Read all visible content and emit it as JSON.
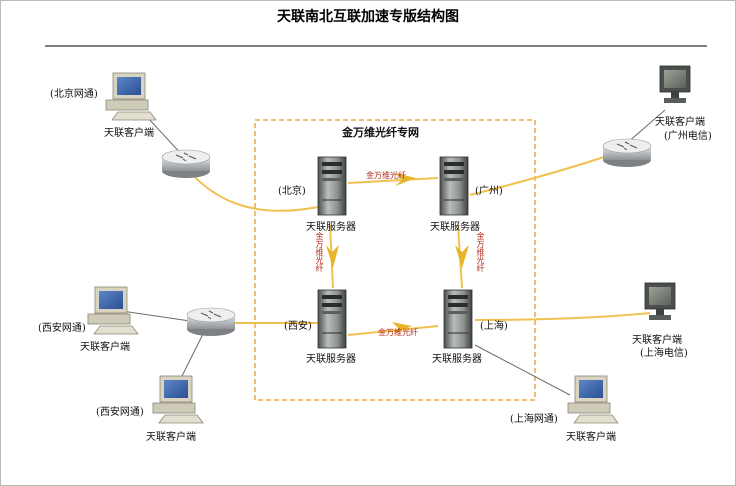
{
  "title": "天联南北互联加速专版结构图",
  "frame_title": "金万维光纤专网",
  "link_label": "金万维光纤",
  "client_label": "天联客户端",
  "server_label": "天联服务器",
  "servers": {
    "beijing": "(北京)",
    "guangzhou": "(广州)",
    "xian": "(西安)",
    "shanghai": "(上海)"
  },
  "networks": {
    "beijing_netcom": "(北京网通)",
    "guangzhou_telecom": "(广州电信)",
    "xian_netcom_1": "(西安网通)",
    "xian_netcom_2": "(西安网通)",
    "shanghai_telecom": "(上海电信)",
    "shanghai_netcom": "(上海网通)"
  },
  "colors": {
    "fiber": "#f1c150",
    "fiber_arrow": "#e7b42b",
    "frame_border": "#e8a94a",
    "link_text": "#b22a1b"
  }
}
